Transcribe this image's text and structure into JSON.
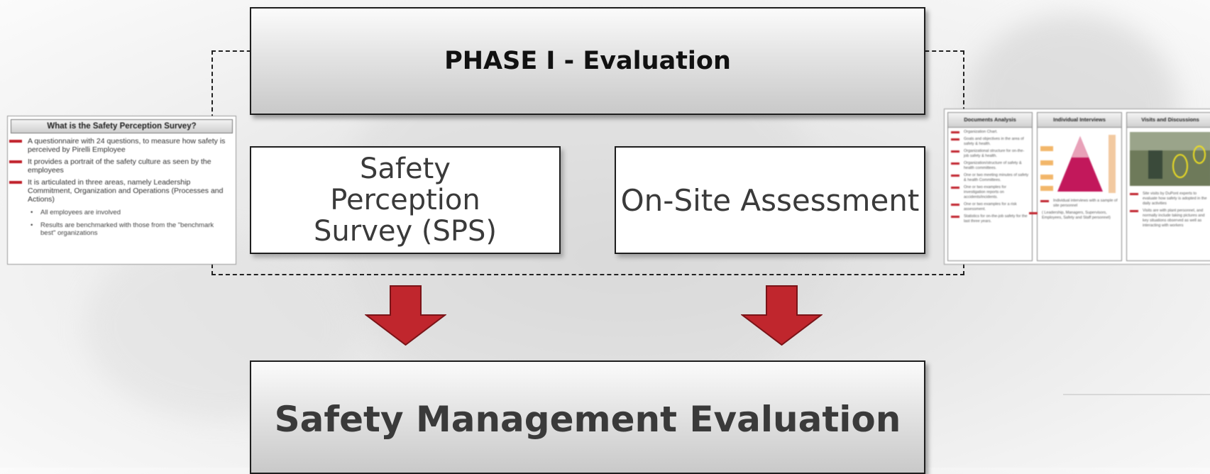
{
  "diagram": {
    "phase_title": "PHASE I - Evaluation",
    "box_left": "Safety Perception Survey (SPS)",
    "box_right": "On-Site Assessment",
    "result": "Safety Management Evaluation"
  },
  "colors": {
    "arrow_fill": "#c0262d",
    "arrow_stroke": "#7a1418",
    "box_border": "#1e1e1e",
    "dashed_border": "#222222"
  },
  "thumbnail_left": {
    "title": "What is the Safety Perception Survey?",
    "bullets": [
      "A questionnaire with 24 questions, to measure how safety is perceived by Pirelli Employee",
      "It provides a portrait of the safety culture as seen by the employees",
      "It is articulated in three areas, namely Leadership Commitment, Organization and Operations (Processes and Actions)"
    ],
    "sub_bullets": [
      "All employees are involved",
      "Results are benchmarked with those from the \"benchmark best\" organizations"
    ]
  },
  "thumbnail_right": {
    "columns": [
      {
        "header": "Documents Analysis",
        "lines": [
          "Organization Chart.",
          "Goals and objectives in the area of safety & health.",
          "Organizational structure for on-the-job safety & health.",
          "Organization/structure of safety & health committees.",
          "One or two meeting minutes of safety & health Committees.",
          "One or two examples for investigation reports on accidents/incidents.",
          "One or two examples for a risk assessment.",
          "Statistics for on-the-job safety for the last three years."
        ]
      },
      {
        "header": "Individual Interviews",
        "lines": [
          "Individual interviews with a sample of site personnel",
          "( Leadership, Managers, Supervisors, Employees, Safety and Staff personnel)"
        ]
      },
      {
        "header": "Visits and Discussions",
        "lines": [
          "Site visits by DuPont experts to evaluate how safety is adopted in the daily activities",
          "Visits are with plant personnel, and normally include taking pictures and key situations observed as well as interacting with workers"
        ]
      }
    ]
  }
}
